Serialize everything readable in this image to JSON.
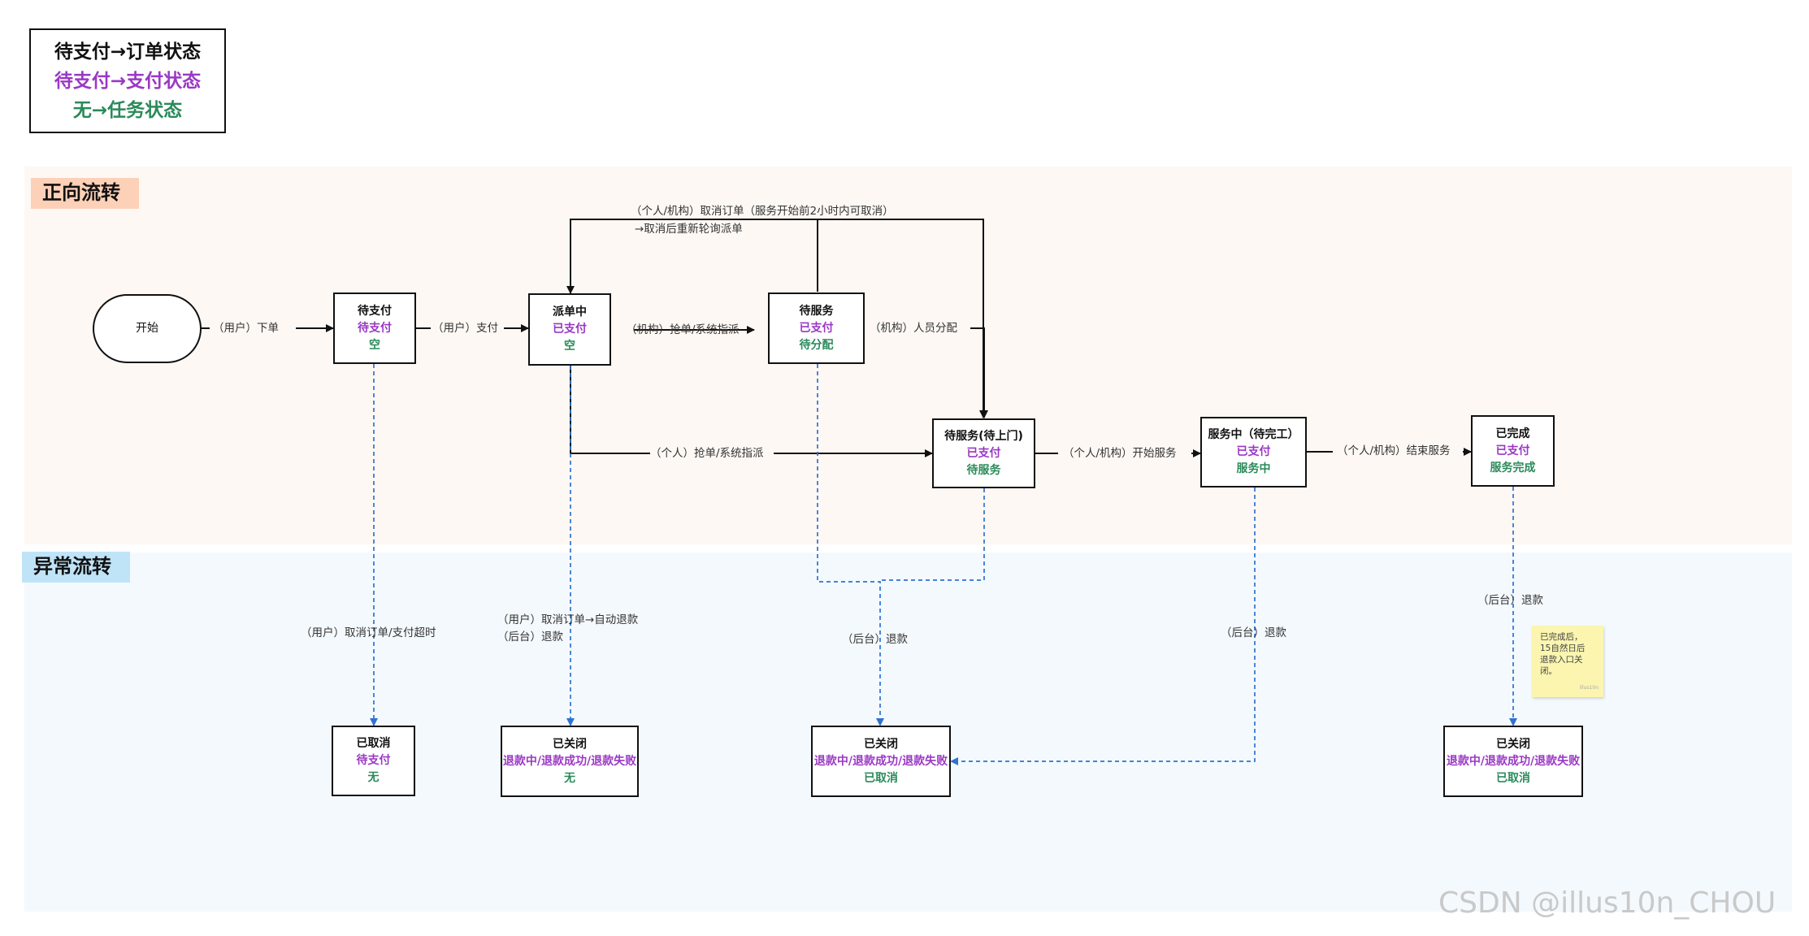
{
  "legend": {
    "line1": "待支付→订单状态",
    "line2": "待支付→支付状态",
    "line3": "无→任务状态"
  },
  "lanes": {
    "forward": "正向流转",
    "exception": "异常流转"
  },
  "colors": {
    "order": "#111111",
    "payment": "#9a38c4",
    "task": "#2a8a5a",
    "exception_line": "#2f72d0"
  },
  "nodes": {
    "start": "开始",
    "pending_payment": {
      "order": "待支付",
      "payment": "待支付",
      "task": "空"
    },
    "dispatching": {
      "order": "派单中",
      "payment": "已支付",
      "task": "空"
    },
    "pending_service": {
      "order": "待服务",
      "payment": "已支付",
      "task": "待分配"
    },
    "pending_visit": {
      "order": "待服务(待上门)",
      "payment": "已支付",
      "task": "待服务"
    },
    "in_service": {
      "order": "服务中（待完工）",
      "payment": "已支付",
      "task": "服务中"
    },
    "completed": {
      "order": "已完成",
      "payment": "已支付",
      "task": "服务完成"
    },
    "cancelled": {
      "order": "已取消",
      "payment": "待支付",
      "task": "无"
    },
    "closed_1": {
      "order": "已关闭",
      "payment": "退款中/退款成功/退款失败",
      "task": "无"
    },
    "closed_2": {
      "order": "已关闭",
      "payment": "退款中/退款成功/退款失败",
      "task": "已取消"
    },
    "closed_3": {
      "order": "已关闭",
      "payment": "退款中/退款成功/退款失败",
      "task": "已取消"
    }
  },
  "edges": {
    "place_order": "（用户）下单",
    "pay": "（用户）支付",
    "grab_or_dispatch_org": "（机构）抢单/系统指派",
    "assign_staff": "（机构）人员分配",
    "grab_or_dispatch_individual": "（个人）抢单/系统指派",
    "start_service": "（个人/机构）开始服务",
    "finish_service": "（个人/机构）结束服务",
    "cancel_line1": "（个人/机构）取消订单（服务开始前2小时内可取消）",
    "cancel_line2": "→取消后重新轮询派单",
    "user_cancel_timeout": "（用户）取消订单/支付超时",
    "user_cancel_refund_line1": "（用户）取消订单→自动退款",
    "user_cancel_refund_line2": "（后台）退款",
    "backend_refund_1": "（后台）退款",
    "backend_refund_2": "（后台）退款",
    "backend_refund_3": "（后台）退款"
  },
  "sticky_note": {
    "line1": "已完成后，",
    "line2": "15自然日后",
    "line3": "退款入口关",
    "line4": "闭。",
    "signature": "illus10n"
  },
  "watermark": "CSDN @illus10n_CHOU"
}
